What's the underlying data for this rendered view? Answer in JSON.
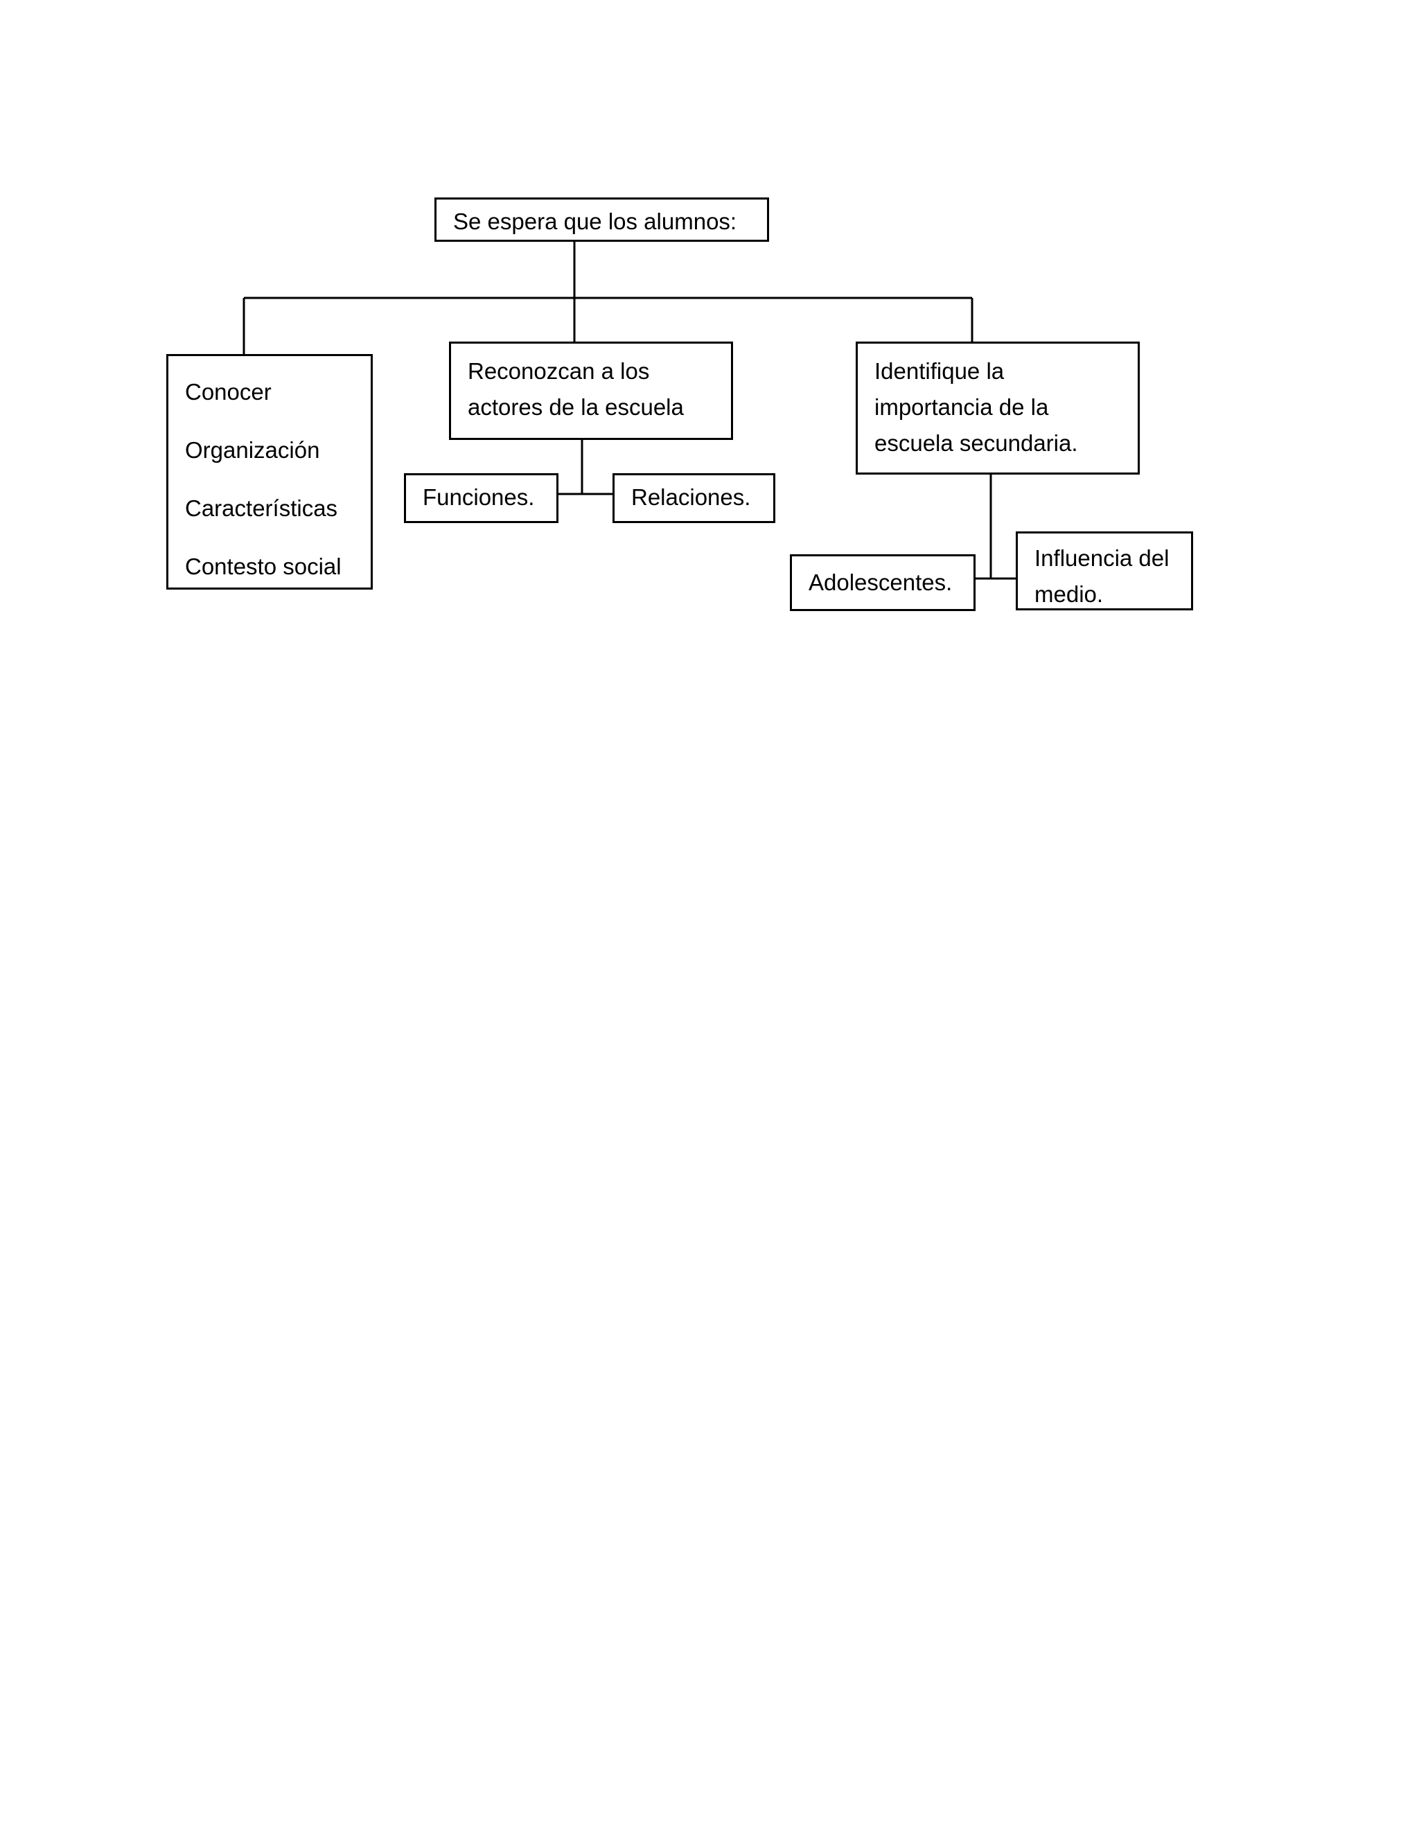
{
  "diagram": {
    "root": {
      "label": "Se espera que los alumnos:"
    },
    "branches": [
      {
        "lines": [
          "Conocer",
          "Organización",
          "Características",
          "Contesto social"
        ]
      },
      {
        "lines": [
          "Reconozcan a los",
          "actores de la escuela"
        ],
        "children": [
          "Funciones.",
          "Relaciones."
        ]
      },
      {
        "lines": [
          "Identifique la",
          "importancia de la",
          "escuela secundaria."
        ],
        "children": [
          "Adolescentes.",
          [
            "Influencia del",
            "medio."
          ]
        ]
      }
    ]
  }
}
